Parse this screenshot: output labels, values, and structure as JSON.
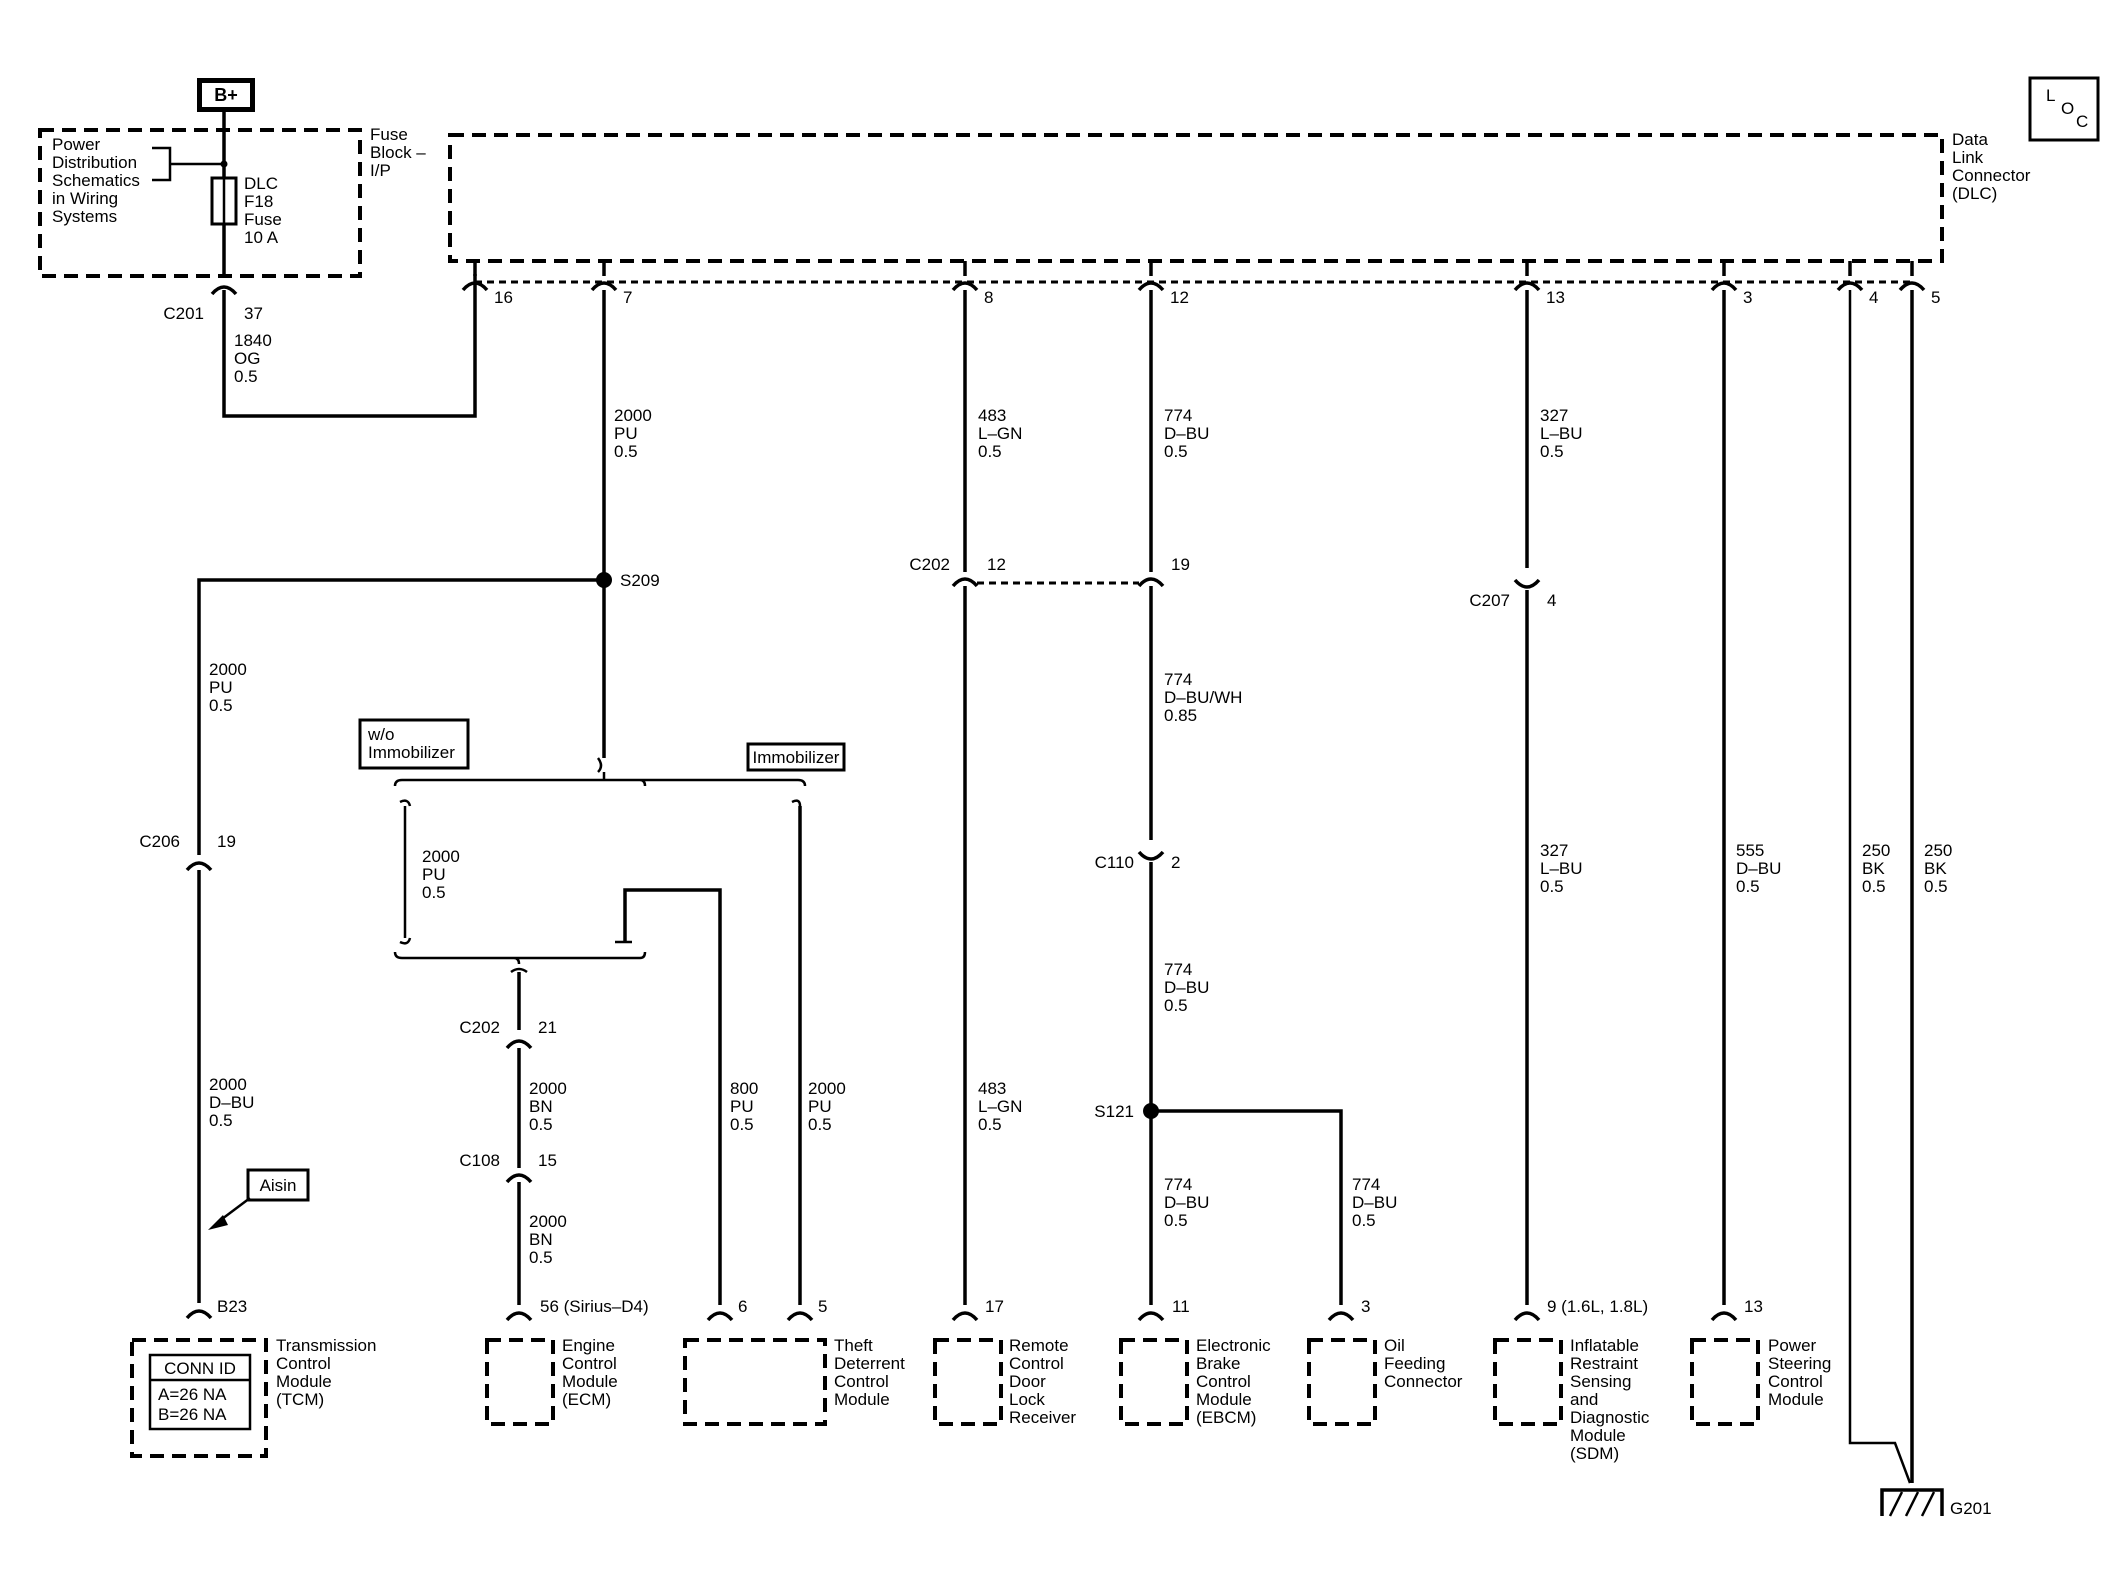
{
  "power_source": {
    "label": "B+"
  },
  "loc_symbol": {
    "letters": [
      "L",
      "O",
      "C"
    ]
  },
  "fuse_block": {
    "title_lines": [
      "Fuse",
      "Block –",
      "I/P"
    ],
    "power_dist_lines": [
      "Power",
      "Distribution",
      "Schematics",
      "in Wiring",
      "Systems"
    ],
    "fuse_lines": [
      "DLC",
      "F18",
      "Fuse",
      "10 A"
    ]
  },
  "dlc": {
    "title_lines": [
      "Data",
      "Link",
      "Connector",
      "(DLC)"
    ],
    "pins": [
      {
        "pin": "16"
      },
      {
        "pin": "7"
      },
      {
        "pin": "8"
      },
      {
        "pin": "12"
      },
      {
        "pin": "13"
      },
      {
        "pin": "3"
      },
      {
        "pin": "4"
      },
      {
        "pin": "5"
      }
    ]
  },
  "connectors": {
    "c201": {
      "name": "C201",
      "pin": "37"
    },
    "c202_a": {
      "name": "C202",
      "pin": "12"
    },
    "c202_b": {
      "pin": "19"
    },
    "c207": {
      "name": "C207",
      "pin": "4"
    },
    "c206": {
      "name": "C206",
      "pin": "19"
    },
    "c110": {
      "name": "C110",
      "pin": "2"
    },
    "c202_c": {
      "name": "C202",
      "pin": "21"
    },
    "c108": {
      "name": "C108",
      "pin": "15"
    }
  },
  "splices": {
    "s209": "S209",
    "s121": "S121"
  },
  "wires": {
    "w1840": [
      "1840",
      "OG",
      "0.5"
    ],
    "w2000_pin7": [
      "2000",
      "PU",
      "0.5"
    ],
    "w483_top": [
      "483",
      "L–GN",
      "0.5"
    ],
    "w774_top": [
      "774",
      "D–BU",
      "0.5"
    ],
    "w327_top": [
      "327",
      "L–BU",
      "0.5"
    ],
    "w2000_tcm_top": [
      "2000",
      "PU",
      "0.5"
    ],
    "w774_mid": [
      "774",
      "D–BU/WH",
      "0.85"
    ],
    "w2000_opt": [
      "2000",
      "PU",
      "0.5"
    ],
    "w327_bot": [
      "327",
      "L–BU",
      "0.5"
    ],
    "w555": [
      "555",
      "D–BU",
      "0.5"
    ],
    "w250_a": [
      "250",
      "BK",
      "0.5"
    ],
    "w250_b": [
      "250",
      "BK",
      "0.5"
    ],
    "w774_c110": [
      "774",
      "D–BU",
      "0.5"
    ],
    "w2000_tcm_bot": [
      "2000",
      "D–BU",
      "0.5"
    ],
    "w2000_bn_a": [
      "2000",
      "BN",
      "0.5"
    ],
    "w800": [
      "800",
      "PU",
      "0.5"
    ],
    "w2000_immo": [
      "2000",
      "PU",
      "0.5"
    ],
    "w483_bot": [
      "483",
      "L–GN",
      "0.5"
    ],
    "w2000_bn_b": [
      "2000",
      "BN",
      "0.5"
    ],
    "w774_ebcm": [
      "774",
      "D–BU",
      "0.5"
    ],
    "w774_oil": [
      "774",
      "D–BU",
      "0.5"
    ]
  },
  "options": {
    "without_immobilizer": [
      "w/o",
      "Immobilizer"
    ],
    "immobilizer": "Immobilizer"
  },
  "aisin": "Aisin",
  "modules": {
    "tcm": {
      "pin": "B23",
      "lines": [
        "Transmission",
        "Control",
        "Module",
        "(TCM)"
      ],
      "conn_id": "CONN ID",
      "conn_a": "A=26 NA",
      "conn_b": "B=26 NA"
    },
    "ecm": {
      "pin": "56 (Sirius–D4)",
      "lines": [
        "Engine",
        "Control",
        "Module",
        "(ECM)"
      ]
    },
    "theft": {
      "pin_a": "6",
      "pin_b": "5",
      "lines": [
        "Theft",
        "Deterrent",
        "Control",
        "Module"
      ]
    },
    "remote": {
      "pin": "17",
      "lines": [
        "Remote",
        "Control",
        "Door",
        "Lock",
        "Receiver"
      ]
    },
    "ebcm": {
      "pin": "11",
      "lines": [
        "Electronic",
        "Brake",
        "Control",
        "Module",
        "(EBCM)"
      ]
    },
    "oil": {
      "pin": "3",
      "lines": [
        "Oil",
        "Feeding",
        "Connector"
      ]
    },
    "sdm": {
      "pin": "9 (1.6L, 1.8L)",
      "lines": [
        "Inflatable",
        "Restraint",
        "Sensing",
        "and",
        "Diagnostic",
        "Module",
        "(SDM)"
      ]
    },
    "psc": {
      "pin": "13",
      "lines": [
        "Power",
        "Steering",
        "Control",
        "Module"
      ]
    }
  },
  "ground": {
    "name": "G201"
  }
}
